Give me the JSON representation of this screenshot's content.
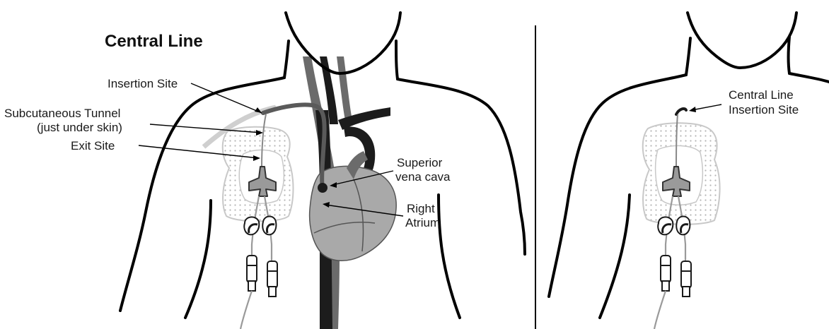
{
  "title": "Central Line",
  "labels": {
    "insertion_site": "Insertion Site",
    "subcutaneous_tunnel_line1": "Subcutaneous Tunnel",
    "subcutaneous_tunnel_line2": "(just under skin)",
    "exit_site": "Exit Site",
    "superior_vena_cava_line1": "Superior",
    "superior_vena_cava_line2": "vena cava",
    "right_atrium_line1": "Right",
    "right_atrium_line2": "Atrium",
    "central_line_insertion_line1": "Central Line",
    "central_line_insertion_line2": "Insertion Site"
  },
  "colors": {
    "outline": "#000000",
    "vessel_dark": "#1c1c1c",
    "vessel_mid": "#6b6b6b",
    "heart": "#a9a9a9",
    "dressing_dots": "#b5b5b5"
  }
}
